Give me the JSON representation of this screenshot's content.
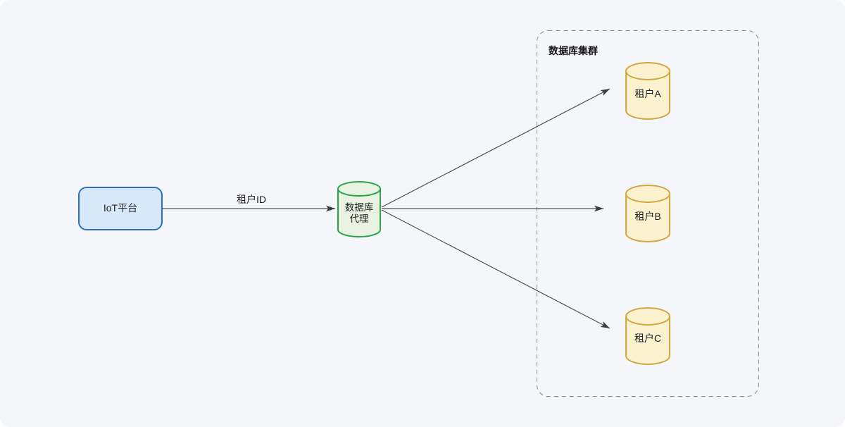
{
  "canvas": {
    "background": "#f4f6f9"
  },
  "cluster": {
    "title": "数据库集群",
    "border_color": "#8a8a8a"
  },
  "nodes": {
    "iot": {
      "label": "IoT平台",
      "fill": "#d7e8fb",
      "stroke": "#2f6ec2"
    },
    "proxy": {
      "label_line1": "数据库",
      "label_line2": "代理",
      "fill": "#e8f4e1",
      "stroke": "#2ca44c"
    },
    "tenants": [
      {
        "label": "租户A"
      },
      {
        "label": "租户B"
      },
      {
        "label": "租户C"
      }
    ],
    "tenant_style": {
      "fill": "#fdf2d0",
      "stroke": "#d0a943"
    }
  },
  "edges": {
    "iot_to_proxy_label": "租户ID",
    "color": "#4f4f4f"
  }
}
